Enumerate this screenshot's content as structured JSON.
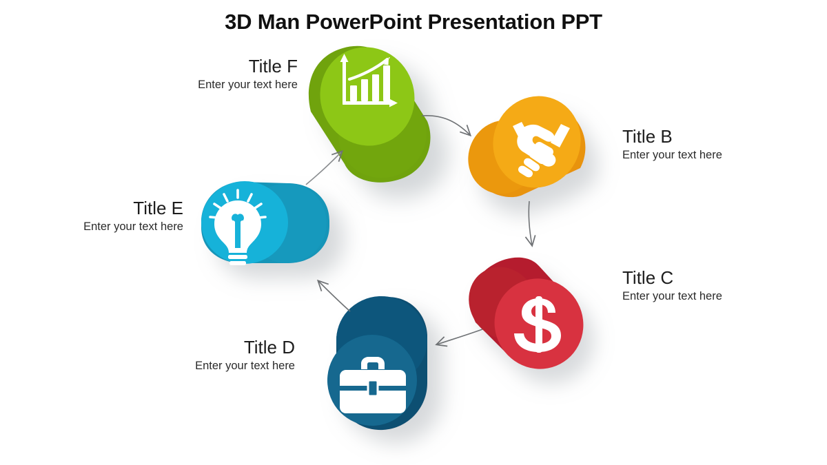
{
  "slide": {
    "title": "3D Man PowerPoint Presentation PPT",
    "background_color": "#ffffff"
  },
  "nodes": [
    {
      "id": "node-f",
      "title": "Title F",
      "subtitle": "Enter your text here",
      "icon": "bar-chart-growth-icon",
      "color": "#8dc717",
      "color_dark": "#6fa30f",
      "label_side": "left"
    },
    {
      "id": "node-b",
      "title": "Title B",
      "subtitle": "Enter your text here",
      "icon": "handshake-icon",
      "color": "#f5aa14",
      "color_dark": "#e8930a",
      "label_side": "right"
    },
    {
      "id": "node-c",
      "title": "Title C",
      "subtitle": "Enter your text here",
      "icon": "dollar-sign-icon",
      "color": "#d8323f",
      "color_dark": "#b51f2e",
      "label_side": "right"
    },
    {
      "id": "node-d",
      "title": "Title D",
      "subtitle": "Enter your text here",
      "icon": "briefcase-icon",
      "color": "#12688f",
      "color_dark": "#0d4f72",
      "label_side": "left"
    },
    {
      "id": "node-e",
      "title": "Title E",
      "subtitle": "Enter your text here",
      "icon": "lightbulb-idea-icon",
      "color": "#17b2d9",
      "color_dark": "#1295b8",
      "label_side": "left"
    }
  ],
  "arrows": [
    {
      "id": "arrow-f-to-b",
      "from": "node-f",
      "to": "node-b",
      "color": "#6f7275"
    },
    {
      "id": "arrow-b-to-c",
      "from": "node-b",
      "to": "node-c",
      "color": "#6f7275"
    },
    {
      "id": "arrow-c-to-d",
      "from": "node-c",
      "to": "node-d",
      "color": "#6f7275"
    },
    {
      "id": "arrow-d-to-e",
      "from": "node-d",
      "to": "node-e",
      "color": "#6f7275"
    },
    {
      "id": "arrow-e-to-f",
      "from": "node-e",
      "to": "node-f",
      "color": "#8a8d90"
    }
  ]
}
